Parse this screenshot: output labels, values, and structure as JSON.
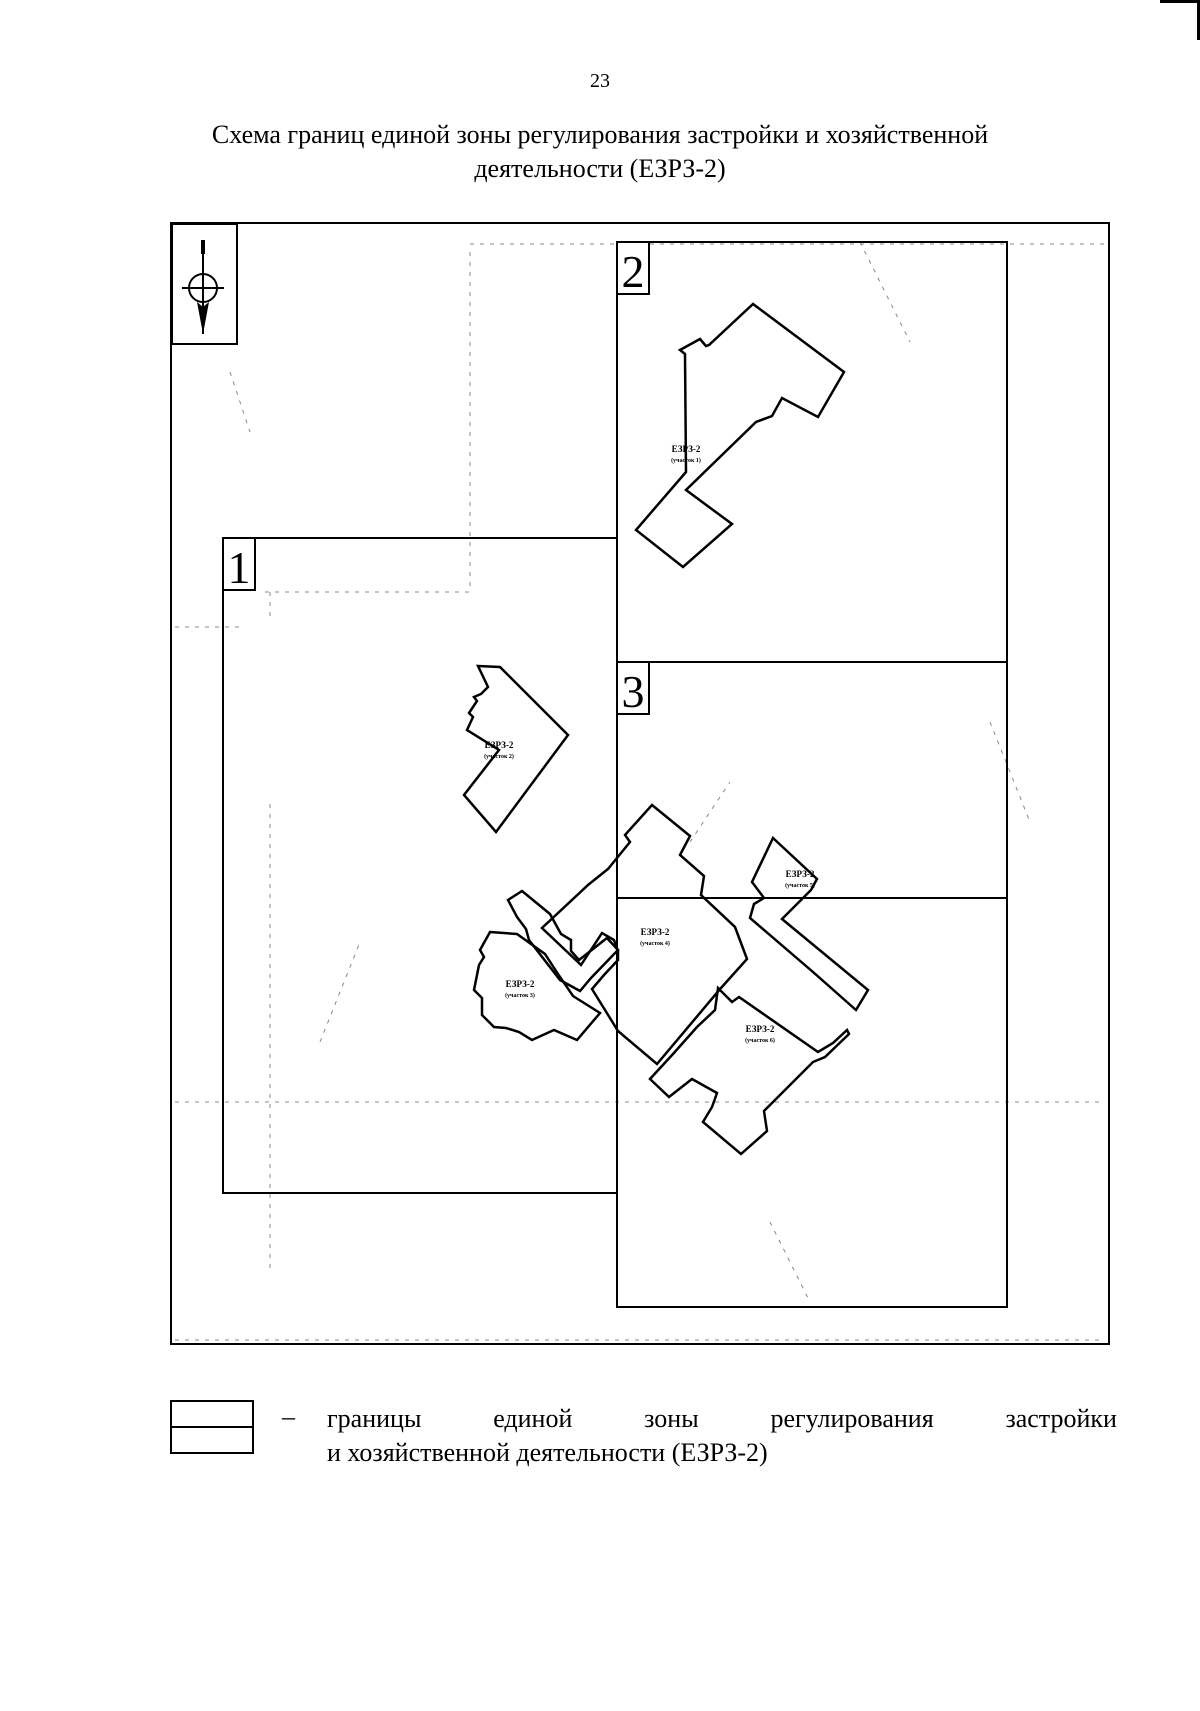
{
  "page_number": "23",
  "title": "Схема границ единой зоны регулирования застройки и хозяйственной деятельности (ЕЗРЗ-2)",
  "map": {
    "sheets": [
      {
        "label": "1"
      },
      {
        "label": "2"
      },
      {
        "label": "3"
      }
    ],
    "zones": [
      {
        "label": "ЕЗРЗ-2",
        "sub": "(участок 1)"
      },
      {
        "label": "ЕЗРЗ-2",
        "sub": "(участок 2)"
      },
      {
        "label": "ЕЗРЗ-2",
        "sub": "(участок 3)"
      },
      {
        "label": "ЕЗРЗ-2",
        "sub": "(участок 4)"
      },
      {
        "label": "ЕЗРЗ-2",
        "sub": "(участок 5)"
      },
      {
        "label": "ЕЗРЗ-2",
        "sub": "(участок 6)"
      }
    ],
    "north_arrow_icon": "north-arrow-icon"
  },
  "legend": {
    "dash": "–",
    "words_line1": [
      "границы",
      "единой",
      "зоны",
      "регулирования",
      "застройки"
    ],
    "line2": "и хозяйственной деятельности (ЕЗРЗ-2)"
  }
}
